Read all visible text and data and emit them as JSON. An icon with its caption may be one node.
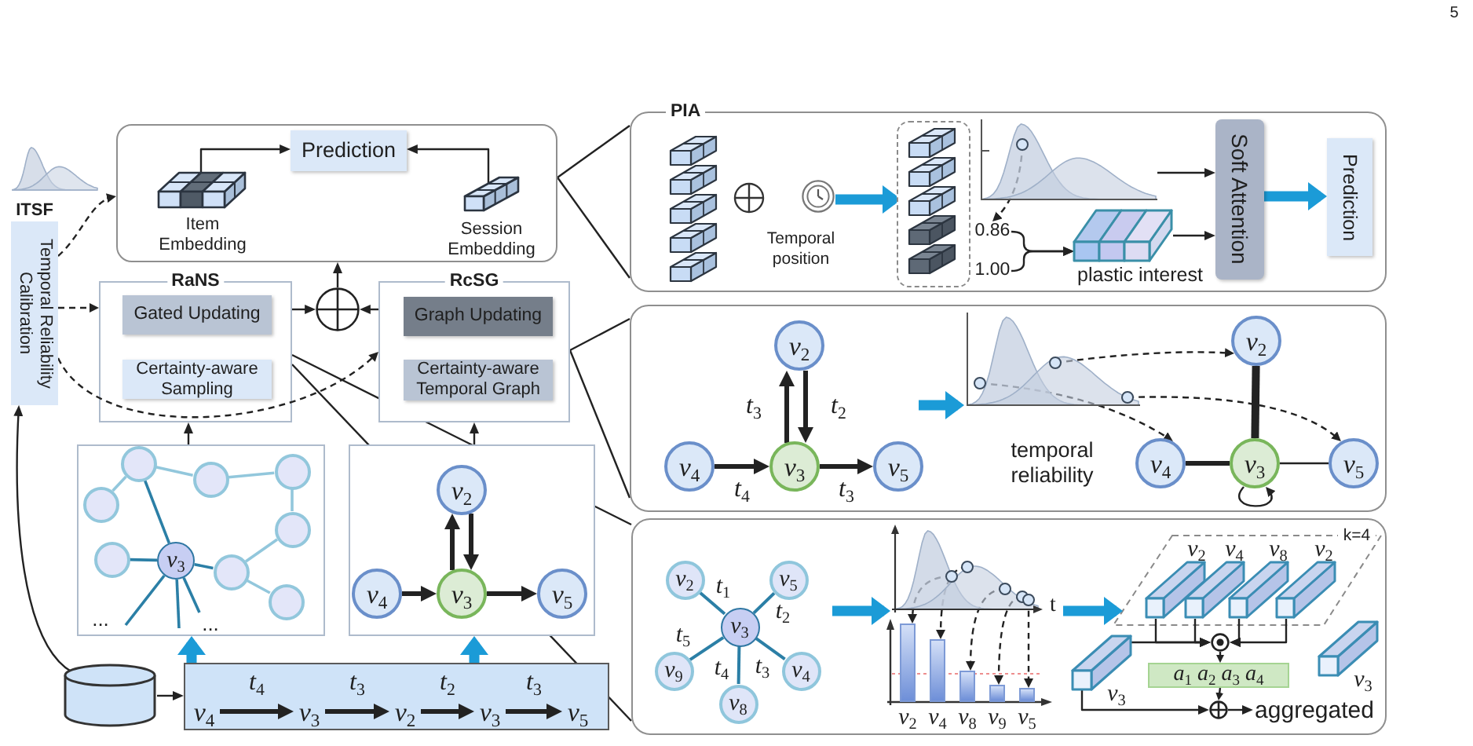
{
  "diagram": {
    "nodes": [
      {
        "text": [],
        "shape": "box"
      },
      {
        "text": [
          "Prediction"
        ],
        "in": 0
      },
      {
        "text": [
          "Item Embedding"
        ],
        "in": 0
      },
      {
        "text": [
          "Session Embedding"
        ],
        "in": 0
      },
      {
        "text": [
          "ITSF",
          "Temporal Reliability Calibration"
        ]
      },
      {
        "text": [
          "RaNS"
        ]
      },
      {
        "text": [
          "Gated Updating"
        ],
        "in": 5
      },
      {
        "text": [
          "Certainty-aware Sampling"
        ],
        "in": 5
      },
      {
        "text": [],
        "shape": "circle"
      },
      {
        "text": [
          "RcSG"
        ]
      },
      {
        "text": [
          "Graph Updating"
        ],
        "in": 9
      },
      {
        "text": [
          "Certainty-aware Temporal Graph"
        ],
        "in": 9
      },
      {
        "text": [],
        "shape": "box"
      },
      {
        "text": [],
        "shape": "circle",
        "in": 12
      },
      {
        "text": [],
        "shape": "circle",
        "in": 12
      },
      {
        "text": [],
        "shape": "circle",
        "in": 12
      },
      {
        "text": [],
        "shape": "circle",
        "in": 12
      },
      {
        "text": [],
        "shape": "circle",
        "in": 12
      },
      {
        "text": [],
        "shape": "circle",
        "in": 12
      },
      {
        "text": [
          "v$_{3}$"
        ],
        "in": 12
      },
      {
        "text": [],
        "shape": "circle",
        "in": 12
      },
      {
        "text": [],
        "shape": "circle",
        "in": 12
      },
      {
        "text": [],
        "shape": "box"
      },
      {
        "text": [
          "v$_{2}$"
        ],
        "in": 22
      },
      {
        "text": [
          "v$_{4}$"
        ],
        "in": 22
      },
      {
        "text": [
          "v$_{3}$"
        ],
        "in": 22
      },
      {
        "text": [
          "v$_{5}$"
        ],
        "in": 22
      },
      {
        "text": [],
        "shape": "cylinder"
      },
      {
        "text": [],
        "shape": "box"
      },
      {
        "text": [
          "v$_{4}$"
        ],
        "in": 28
      },
      {
        "text": [
          "v$_{3}$"
        ],
        "in": 28
      },
      {
        "text": [
          "v$_{2}$"
        ],
        "in": 28
      },
      {
        "text": [
          "v$_{3}$"
        ],
        "in": 28
      },
      {
        "text": [
          "v$_{5}$"
        ],
        "in": 28
      },
      {
        "text": [
          "PIA"
        ]
      },
      {
        "text": [
          "Temporal position"
        ],
        "in": 34
      },
      {
        "text": [],
        "shape": "box",
        "in": 34
      },
      {
        "text": [],
        "shape": "picture",
        "in": 34
      },
      {
        "text": [
          "0.86"
        ],
        "in": 34
      },
      {
        "text": [
          "1.00"
        ],
        "in": 34
      },
      {
        "text": [
          "plastic interest"
        ],
        "in": 34
      },
      {
        "text": [
          "Soft Attention"
        ],
        "in": 34
      },
      {
        "text": [
          "Prediction"
        ],
        "in": 34
      },
      {
        "text": [],
        "shape": "box"
      },
      {
        "text": [
          "v$_{2}$"
        ],
        "in": 43
      },
      {
        "text": [
          "v$_{4}$"
        ],
        "in": 43
      },
      {
        "text": [
          "v$_{3}$"
        ],
        "in": 43
      },
      {
        "text": [
          "v$_{5}$"
        ],
        "in": 43
      },
      {
        "text": [
          "temporal reliability"
        ],
        "in": 43
      },
      {
        "text": [
          "v$_{2}$"
        ],
        "in": 43
      },
      {
        "text": [
          "v$_{4}$"
        ],
        "in": 43
      },
      {
        "text": [
          "v$_{3}$"
        ],
        "in": 43
      },
      {
        "text": [
          "v$_{5}$"
        ],
        "in": 43
      },
      {
        "text": [],
        "shape": "box"
      },
      {
        "text": [
          "v$_{2}$"
        ],
        "in": 53
      },
      {
        "text": [
          "v$_{5}$"
        ],
        "in": 53
      },
      {
        "text": [
          "v$_{3}$"
        ],
        "in": 53
      },
      {
        "text": [
          "v$_{9}$"
        ],
        "in": 53
      },
      {
        "text": [
          "v$_{4}$"
        ],
        "in": 53
      },
      {
        "text": [
          "v$_{8}$"
        ],
        "in": 53
      },
      {
        "text": [],
        "shape": "picture",
        "in": 53,
        "beside": [
          "t"
        ]
      },
      {
        "text": [],
        "shape": "picture",
        "in": 53
      },
      {
        "text": [],
        "shape": "bar",
        "in": 61,
        "beside": [
          "v$_{2}$"
        ]
      },
      {
        "text": [],
        "shape": "bar",
        "in": 61,
        "beside": [
          "v$_{4}$"
        ]
      },
      {
        "text": [],
        "shape": "bar",
        "in": 61,
        "beside": [
          "v$_{8}$"
        ]
      },
      {
        "text": [],
        "shape": "bar",
        "in": 61,
        "beside": [
          "v$_{9}$"
        ]
      },
      {
        "text": [],
        "shape": "bar",
        "in": 61,
        "beside": [
          "v$_{5}$"
        ]
      },
      {
        "text": [
          "k=4"
        ],
        "in": 53
      },
      {
        "text": [
          "v$_{2}$"
        ],
        "in": 67
      },
      {
        "text": [
          "v$_{4}$"
        ],
        "in": 67
      },
      {
        "text": [
          "v$_{8}$"
        ],
        "in": 67
      },
      {
        "text": [
          "v$_{2}$"
        ],
        "in": 67
      },
      {
        "text": [
          "v$_{3}$"
        ],
        "in": 53
      },
      {
        "text": [],
        "shape": "circle",
        "in": 53
      },
      {
        "text": [
          "a$_{1}$ a$_{2}$ a$_{3}$ a$_{4}$"
        ],
        "in": 53
      },
      {
        "text": [],
        "shape": "circle",
        "in": 53
      },
      {
        "text": [
          "aggregated"
        ],
        "in": 53
      },
      {
        "text": [
          "v$_{3}$"
        ],
        "in": 53
      }
    ],
    "edges": [
      {
        "from": 2,
        "to": 1,
        "arrow": "to"
      },
      {
        "from": 3,
        "to": 1,
        "arrow": "to"
      },
      {
        "from": 4,
        "to": 0,
        "arrow": "to",
        "style": "dashed"
      },
      {
        "from": 4,
        "to": 5,
        "arrow": "to",
        "style": "dashed"
      },
      {
        "from": 4,
        "to": 9,
        "arrow": "to",
        "style": "dashed"
      },
      {
        "from": 27,
        "to": 4,
        "arrow": "to"
      },
      {
        "from": 5,
        "to": 8,
        "arrow": "to"
      },
      {
        "from": 9,
        "to": 8,
        "arrow": "to"
      },
      {
        "from": 8,
        "to": 0,
        "arrow": "to"
      },
      {
        "from": 12,
        "to": 5,
        "arrow": "to"
      },
      {
        "from": 22,
        "to": 9,
        "arrow": "to"
      },
      {
        "from": 27,
        "to": 28,
        "arrow": "to"
      },
      {
        "from": 28,
        "to": 12,
        "arrow": "to",
        "style": "thick",
        "color": "#1b9bd7"
      },
      {
        "from": 28,
        "to": 22,
        "arrow": "to",
        "style": "thick",
        "color": "#1b9bd7"
      },
      {
        "from": 16,
        "to": 13,
        "arrow": "none",
        "color": "#92c7dc"
      },
      {
        "from": 13,
        "to": 14,
        "arrow": "none",
        "color": "#92c7dc"
      },
      {
        "from": 14,
        "to": 15,
        "arrow": "none",
        "color": "#92c7dc"
      },
      {
        "from": 15,
        "to": 17,
        "arrow": "none",
        "color": "#92c7dc"
      },
      {
        "from": 17,
        "to": 20,
        "arrow": "none",
        "color": "#92c7dc"
      },
      {
        "from": 20,
        "to": 21,
        "arrow": "none",
        "color": "#92c7dc"
      },
      {
        "from": 13,
        "to": 19,
        "arrow": "none",
        "color": "#2b7fa6"
      },
      {
        "from": 18,
        "to": 19,
        "arrow": "none",
        "color": "#2b7fa6"
      },
      {
        "from": 19,
        "to": 20,
        "arrow": "none",
        "color": "#2b7fa6"
      },
      {
        "from": 19,
        "to": null,
        "arrow": "none",
        "color": "#2b7fa6"
      },
      {
        "from": 19,
        "to": null,
        "arrow": "none",
        "color": "#2b7fa6"
      },
      {
        "from": 19,
        "to": null,
        "arrow": "none",
        "color": "#2b7fa6"
      },
      {
        "from": 24,
        "to": 25,
        "arrow": "to",
        "style": "thick"
      },
      {
        "from": 25,
        "to": 23,
        "arrow": "to",
        "style": "thick"
      },
      {
        "from": 23,
        "to": 25,
        "arrow": "to",
        "style": "thick"
      },
      {
        "from": 25,
        "to": 26,
        "arrow": "to",
        "style": "thick"
      },
      {
        "from": 29,
        "to": 30,
        "arrow": "to",
        "style": "thick",
        "label": "t$_{4}$"
      },
      {
        "from": 30,
        "to": 31,
        "arrow": "to",
        "style": "thick",
        "label": "t$_{3}$"
      },
      {
        "from": 31,
        "to": 32,
        "arrow": "to",
        "style": "thick",
        "label": "t$_{2}$"
      },
      {
        "from": 32,
        "to": 33,
        "arrow": "to",
        "style": "thick",
        "label": "t$_{3}$"
      },
      {
        "from": 0,
        "to": 34,
        "arrow": "none"
      },
      {
        "from": 0,
        "to": 34,
        "arrow": "none"
      },
      {
        "from": 9,
        "to": 43,
        "arrow": "none"
      },
      {
        "from": 9,
        "to": 43,
        "arrow": "none"
      },
      {
        "from": 5,
        "to": 53,
        "arrow": "none"
      },
      {
        "from": 5,
        "to": 53,
        "arrow": "none"
      },
      {
        "from": 35,
        "to": 36,
        "arrow": "to",
        "style": "thick",
        "color": "#1b9bd7"
      },
      {
        "from": 37,
        "to": 38,
        "arrow": "to",
        "style": "dashed"
      },
      {
        "from": 38,
        "to": 40,
        "arrow": "to"
      },
      {
        "from": 39,
        "to": 40,
        "arrow": "to"
      },
      {
        "from": 37,
        "to": 41,
        "arrow": "to"
      },
      {
        "from": 40,
        "to": 41,
        "arrow": "to"
      },
      {
        "from": 41,
        "to": 42,
        "arrow": "to",
        "style": "thick",
        "color": "#1b9bd7"
      },
      {
        "from": 45,
        "to": 46,
        "arrow": "to",
        "style": "thick",
        "label": "t$_{4}$"
      },
      {
        "from": 46,
        "to": 44,
        "arrow": "to",
        "style": "thick",
        "label": "t$_{3}$"
      },
      {
        "from": 44,
        "to": 46,
        "arrow": "to",
        "style": "thick",
        "label": "t$_{2}$"
      },
      {
        "from": 46,
        "to": 47,
        "arrow": "to",
        "style": "thick",
        "label": "t$_{3}$"
      },
      {
        "from": null,
        "to": 48,
        "arrow": "to",
        "style": "thick",
        "color": "#1b9bd7"
      },
      {
        "from": 48,
        "to": 50,
        "arrow": "to",
        "style": "dashed"
      },
      {
        "from": 48,
        "to": 49,
        "arrow": "to",
        "style": "dashed"
      },
      {
        "from": 48,
        "to": 52,
        "arrow": "to",
        "style": "dashed"
      },
      {
        "from": 51,
        "to": 49,
        "arrow": "none",
        "style": "thick"
      },
      {
        "from": 50,
        "to": 51,
        "arrow": "none",
        "style": "thick"
      },
      {
        "from": 51,
        "to": 52,
        "arrow": "none"
      },
      {
        "from": 51,
        "to": 51,
        "arrow": "to"
      },
      {
        "from": 56,
        "to": 54,
        "arrow": "none",
        "label": "t$_{1}$",
        "color": "#2b7fa6"
      },
      {
        "from": 56,
        "to": 55,
        "arrow": "none",
        "label": "t$_{2}$",
        "color": "#2b7fa6"
      },
      {
        "from": 56,
        "to": 58,
        "arrow": "none",
        "label": "t$_{3}$",
        "color": "#2b7fa6"
      },
      {
        "from": 56,
        "to": 59,
        "arrow": "none",
        "label": "t$_{4}$",
        "color": "#2b7fa6"
      },
      {
        "from": 56,
        "to": 57,
        "arrow": "none",
        "label": "t$_{5}$",
        "color": "#2b7fa6"
      },
      {
        "from": null,
        "to": 60,
        "arrow": "to",
        "style": "thick",
        "color": "#1b9bd7"
      },
      {
        "from": 60,
        "to": 62,
        "arrow": "to",
        "style": "dashed"
      },
      {
        "from": 60,
        "to": 63,
        "arrow": "to",
        "style": "dashed"
      },
      {
        "from": 60,
        "to": 64,
        "arrow": "to",
        "style": "dashed"
      },
      {
        "from": 60,
        "to": 65,
        "arrow": "to",
        "style": "dashed"
      },
      {
        "from": 60,
        "to": 66,
        "arrow": "to",
        "style": "dashed"
      },
      {
        "from": 60,
        "to": 67,
        "arrow": "to",
        "style": "thick",
        "color": "#1b9bd7"
      },
      {
        "from": 68,
        "to": 73,
        "arrow": "to"
      },
      {
        "from": 69,
        "to": 73,
        "arrow": "to"
      },
      {
        "from": 70,
        "to": 73,
        "arrow": "to"
      },
      {
        "from": 71,
        "to": 73,
        "arrow": "to"
      },
      {
        "from": 72,
        "to": 73,
        "arrow": "to"
      },
      {
        "from": 73,
        "to": 74,
        "arrow": "to"
      },
      {
        "from": 74,
        "to": 75,
        "arrow": "to"
      },
      {
        "from": 72,
        "to": 75,
        "arrow": "to"
      },
      {
        "from": 75,
        "to": 76,
        "arrow": "to"
      }
    ],
    "labels": [
      "5",
      "...",
      "..."
    ]
  }
}
